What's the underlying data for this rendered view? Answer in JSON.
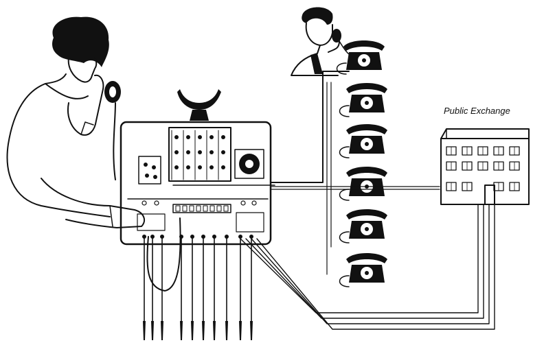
{
  "labels": {
    "public_exchange": "Public Exchange"
  },
  "colors": {
    "ink": "#111111",
    "paper": "#ffffff"
  },
  "icons": {
    "operator": "operator-with-headset-icon",
    "man": "man-on-telephone-icon",
    "switchboard": "switchboard-icon",
    "telephone": "desk-telephone-icon",
    "building": "exchange-building-icon"
  },
  "extensions_count": 6,
  "trunk_lines": 4
}
